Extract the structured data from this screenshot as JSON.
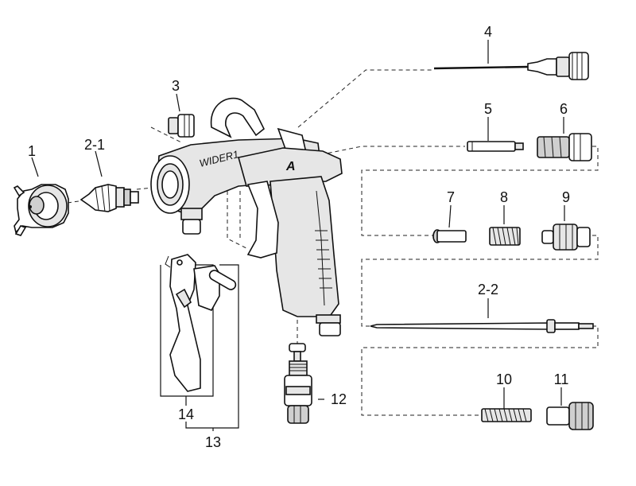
{
  "callouts": {
    "c1": "1",
    "c2_1": "2-1",
    "c3": "3",
    "c4": "4",
    "c5": "5",
    "c6": "6",
    "c7": "7",
    "c8": "8",
    "c9": "9",
    "c2_2": "2-2",
    "c10": "10",
    "c11": "11",
    "c12": "12",
    "c13": "13",
    "c14": "14"
  },
  "brand": {
    "model": "WIDER1",
    "logo": "A"
  }
}
